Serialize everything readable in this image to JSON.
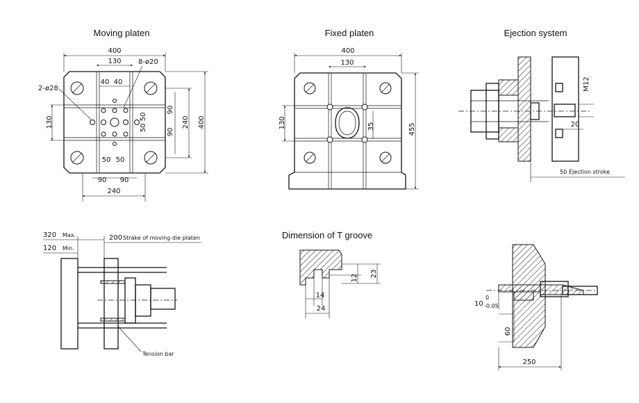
{
  "views": {
    "moving_platen": {
      "title": "Moving platen",
      "dims": {
        "width": "400",
        "center_width": "130",
        "holes_8": "8-ø20",
        "holes_2": "2-ø28",
        "d40a": "40",
        "d40b": "40",
        "d50a": "50",
        "d50b": "50",
        "d50c": "50",
        "d50d": "50",
        "d90a": "90",
        "d90b": "90",
        "d90c": "90",
        "d90d": "90",
        "height_130": "130",
        "height_240": "240",
        "height_400": "400",
        "bottom_240": "240"
      }
    },
    "fixed_platen": {
      "title": "Fixed platen",
      "dims": {
        "width": "400",
        "center_width": "130",
        "left_130": "130",
        "d35": "35",
        "height_455": "455"
      }
    },
    "ejection_system": {
      "title": "Ejection system",
      "dims": {
        "thread": "M12",
        "d20": "20",
        "stroke": "50",
        "stroke_label": "Ejection stroke"
      }
    },
    "stroke_view": {
      "dims": {
        "max_value": "320",
        "max_label": "Max.",
        "min_value": "120",
        "min_label": "Min.",
        "stroke_value": "200",
        "stroke_label": "Strake of moving die platen",
        "tension_bar": "Tension bar"
      }
    },
    "t_groove": {
      "title": "Dimension of T groove",
      "dims": {
        "d12": "12",
        "d23": "23",
        "d14": "14",
        "d24": "24"
      }
    },
    "nozzle_view": {
      "dims": {
        "d10": "10",
        "tol_upper": "0",
        "tol_lower": "-0.05",
        "d60": "60",
        "d250": "250"
      }
    }
  }
}
